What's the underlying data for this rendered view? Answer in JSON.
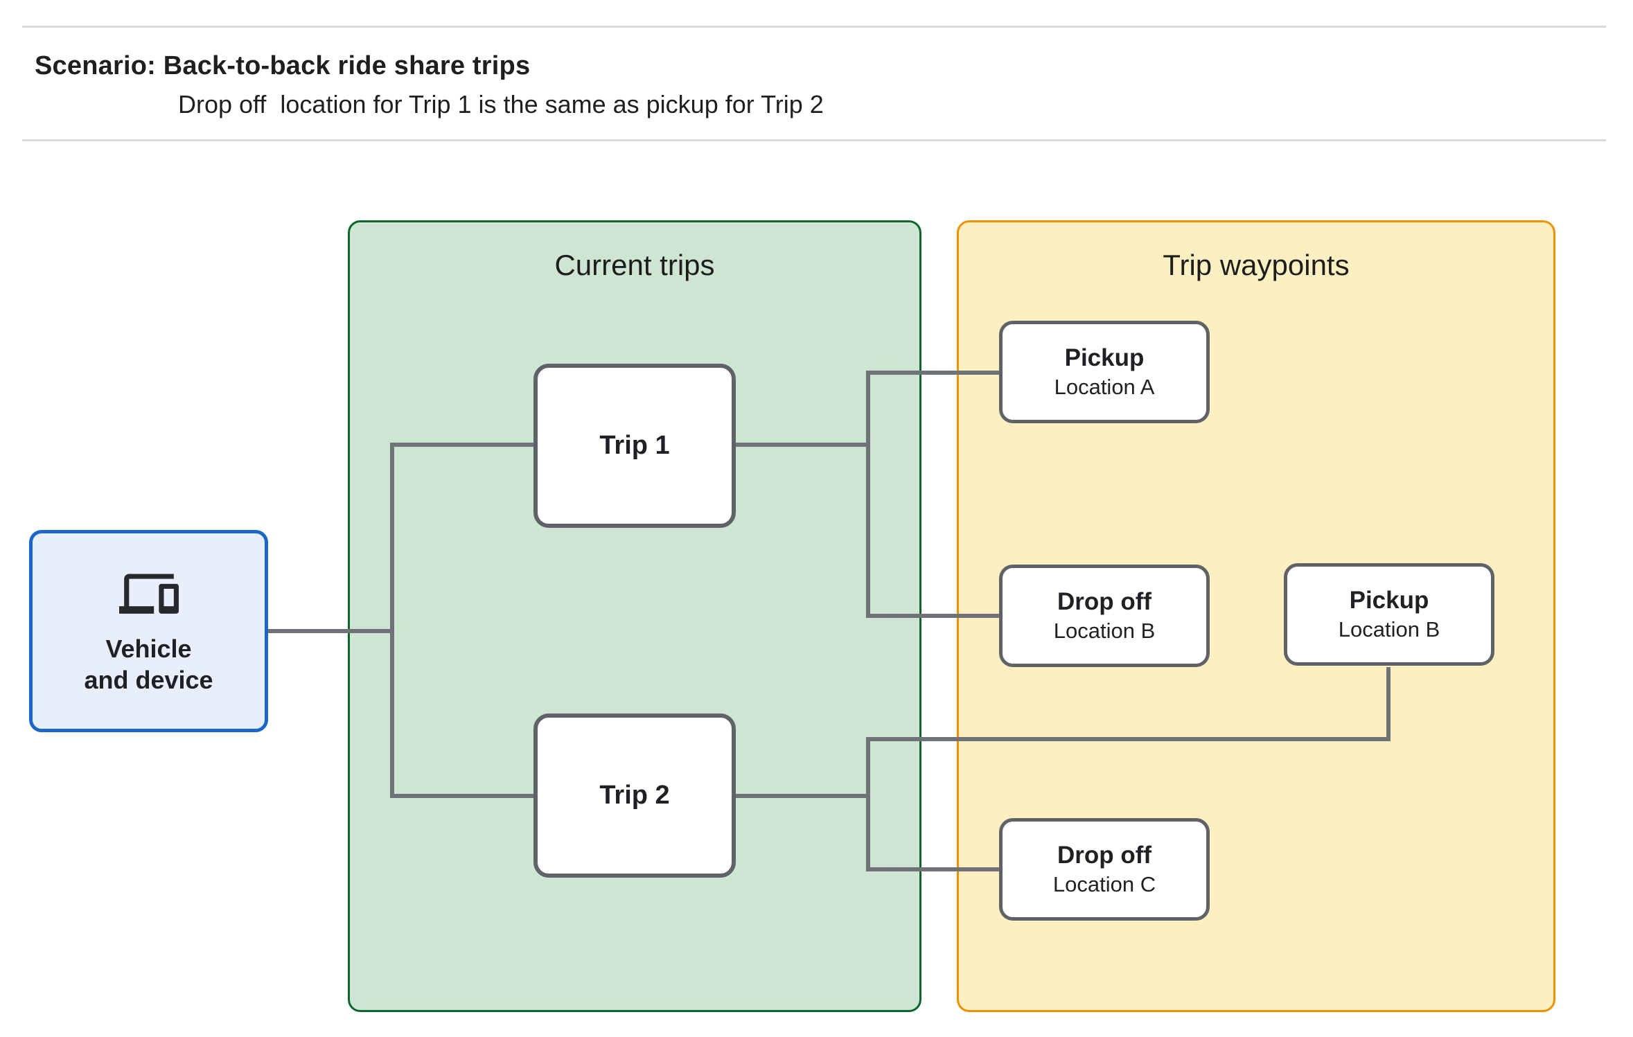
{
  "header": {
    "title": "Scenario: Back-to-back ride share trips",
    "subtitle": "Drop off  location for Trip 1 is the same as pickup for Trip 2"
  },
  "vehicle_node": {
    "label_line1": "Vehicle",
    "label_line2": "and device",
    "icon": "devices-icon",
    "fill": "#e8eefa",
    "border_color": "#1b66c9"
  },
  "groups": {
    "current_trips": {
      "title": "Current trips",
      "fill": "#cee5d3",
      "border_color": "#0d652d",
      "nodes": [
        {
          "label": "Trip 1"
        },
        {
          "label": "Trip 2"
        }
      ]
    },
    "trip_waypoints": {
      "title": "Trip waypoints",
      "fill": "#fcefc2",
      "border_color": "#f29100",
      "nodes": [
        {
          "type": "Pickup",
          "location": "Location A"
        },
        {
          "type": "Drop off",
          "location": "Location B"
        },
        {
          "type": "Pickup",
          "location": "Location B"
        },
        {
          "type": "Drop off",
          "location": "Location C"
        }
      ]
    }
  },
  "connector_color": "#6f7276",
  "node_border_color": "#5f6368"
}
